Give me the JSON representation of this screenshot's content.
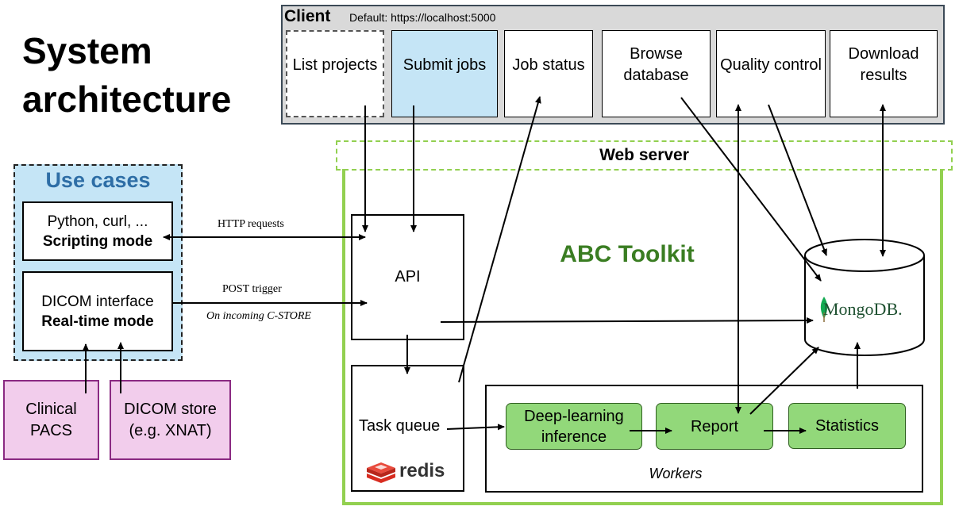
{
  "title": "System architecture",
  "client": {
    "title": "Client",
    "default_url": "Default: https://localhost:5000",
    "boxes": [
      {
        "label": "List projects"
      },
      {
        "label": "Submit jobs"
      },
      {
        "label": "Job status"
      },
      {
        "label": "Browse database"
      },
      {
        "label": "Quality control"
      },
      {
        "label": "Download results"
      }
    ]
  },
  "web_server": "Web server",
  "toolkit_title": "ABC Toolkit",
  "use_cases": {
    "title": "Use cases",
    "scripting": {
      "line1": "Python, curl, ...",
      "line2": "Scripting mode"
    },
    "realtime": {
      "line1": "DICOM interface",
      "line2": "Real-time mode"
    }
  },
  "sources": {
    "pacs": "Clinical PACS",
    "store_line1": "DICOM store",
    "store_line2": "(e.g. XNAT)"
  },
  "edges": {
    "http": "HTTP requests",
    "post": "POST trigger",
    "cstore": "On incoming C-STORE"
  },
  "api": "API",
  "task_queue": "Task queue",
  "redis": "redis",
  "workers": {
    "label": "Workers",
    "inference": "Deep-learning inference",
    "report": "Report",
    "statistics": "Statistics"
  },
  "mongodb": "MongoDB.",
  "colors": {
    "green_border": "#92d050",
    "worker_green": "#92d87a",
    "light_blue": "#c5e5f6",
    "pink": "#f2cdec",
    "toolkit_text": "#3a7d22",
    "redis_red": "#d82c20",
    "mongo_green": "#13aa52"
  }
}
